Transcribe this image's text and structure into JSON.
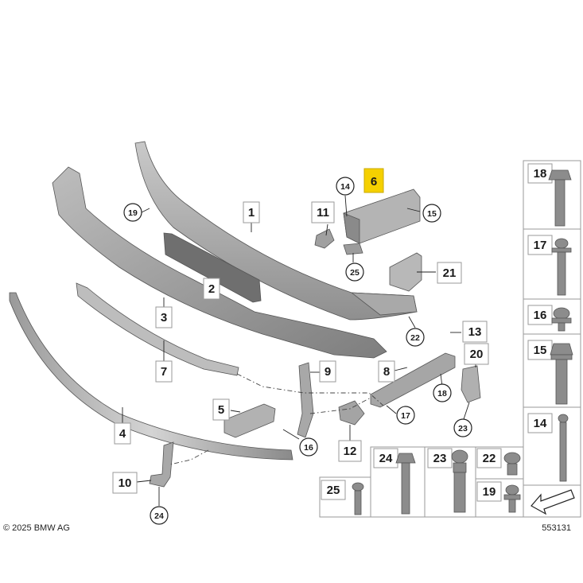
{
  "callouts": {
    "c1": "1",
    "c2": "2",
    "c3": "3",
    "c4": "4",
    "c5": "5",
    "c6": "6",
    "c7": "7",
    "c8": "8",
    "c9": "9",
    "c10": "10",
    "c11": "11",
    "c12": "12",
    "c13": "13",
    "c20": "20",
    "c21": "21"
  },
  "circle_callouts": {
    "k14": "14",
    "k15": "15",
    "k16": "16",
    "k17": "17",
    "k18": "18",
    "k19": "19",
    "k22": "22",
    "k23": "23",
    "k24": "24",
    "k25": "25"
  },
  "fastener_table": {
    "t18": "18",
    "t17": "17",
    "t16": "16",
    "t15": "15",
    "t14": "14",
    "t24": "24",
    "t23": "23",
    "t22": "22",
    "t19": "19",
    "t25": "25"
  },
  "highlight_color": "#f5d000",
  "copyright": "© 2025 BMW AG",
  "diagram_number": "553131"
}
